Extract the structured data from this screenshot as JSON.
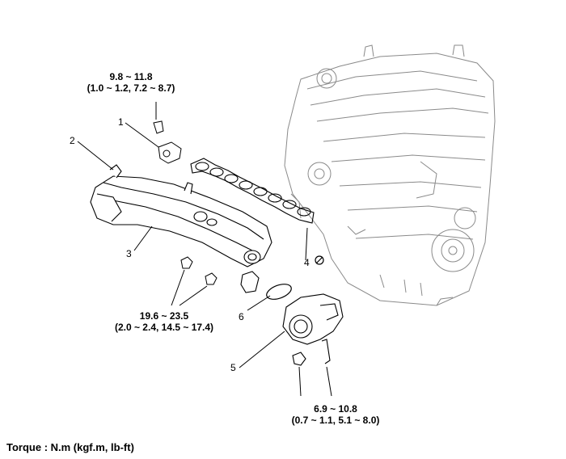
{
  "callouts": {
    "c1": "1",
    "c2": "2",
    "c3": "3",
    "c4": "4",
    "c5": "5",
    "c6": "6"
  },
  "torque_specs": {
    "t1_line1": "9.8 ~ 11.8",
    "t1_line2": "(1.0 ~ 1.2, 7.2 ~ 8.7)",
    "t2_line1": "19.6 ~ 23.5",
    "t2_line2": "(2.0 ~ 2.4, 14.5 ~ 17.4)",
    "t3_line1": "6.9 ~ 10.8",
    "t3_line2": "(0.7 ~ 1.1, 5.1 ~ 8.0)"
  },
  "legend": "Torque : N.m (kgf.m, lb-ft)",
  "icons": [
    "do-not-reuse-icon"
  ]
}
